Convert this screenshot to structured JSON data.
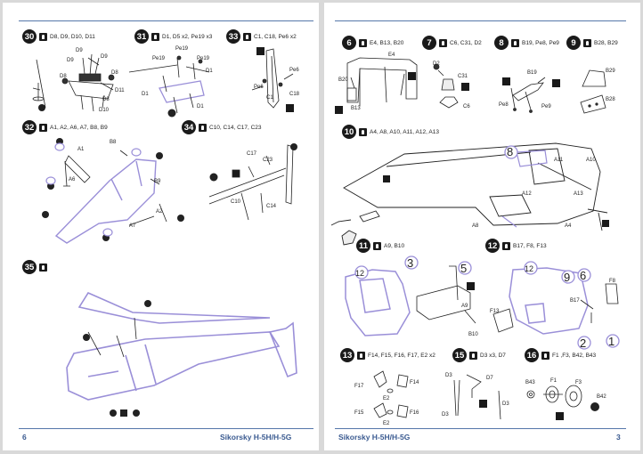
{
  "left_page": {
    "page_number": "6",
    "model_title": "Sikorsky H-5H/H-5G",
    "steps": [
      {
        "number": "30",
        "parts": "D8, D9, D10, D11"
      },
      {
        "number": "31",
        "parts": "D1, D5 x2, Pe19 x3"
      },
      {
        "number": "33",
        "parts": "C1, C18, Pe6 x2"
      },
      {
        "number": "32",
        "parts": "A1, A2, A6, A7, B8, B9"
      },
      {
        "number": "34",
        "parts": "C10, C14, C17, C23"
      },
      {
        "number": "35",
        "parts": ""
      }
    ],
    "callouts": {
      "s30": [
        "D9",
        "D9",
        "D9",
        "D8",
        "D8",
        "D11",
        "D8",
        "D10"
      ],
      "s31": [
        "Pe19",
        "Pe19",
        "Pe19",
        "D1",
        "D1",
        "D1"
      ],
      "s33": [
        "Pe6",
        "Pe6",
        "C1",
        "C18"
      ],
      "s32": [
        "A1",
        "B8",
        "A6",
        "B9",
        "A2",
        "A7"
      ],
      "s34": [
        "C17",
        "C23",
        "C10",
        "C14"
      ]
    }
  },
  "right_page": {
    "page_number": "3",
    "model_title": "Sikorsky H-5H/H-5G",
    "steps": [
      {
        "number": "6",
        "parts": "E4, B13, B20"
      },
      {
        "number": "7",
        "parts": "C6, C31, D2"
      },
      {
        "number": "8",
        "parts": "B19, Pe8, Pe9"
      },
      {
        "number": "9",
        "parts": "B28, B29"
      },
      {
        "number": "10",
        "parts": "A4, A8, A10, A11, A12, A13"
      },
      {
        "number": "11",
        "parts": "A9, B10"
      },
      {
        "number": "12",
        "parts": "B17, F8, F13"
      },
      {
        "number": "13",
        "parts": "F14, F15, F16, F17, E2 x2"
      },
      {
        "number": "15",
        "parts": "D3 x3, D7"
      },
      {
        "number": "16",
        "parts": "F1 ,F3, B42, B43"
      }
    ],
    "callouts": {
      "s6": [
        "E4",
        "B20",
        "B13"
      ],
      "s7": [
        "D2",
        "C31",
        "C6"
      ],
      "s8": [
        "B19",
        "Pe8",
        "Pe9"
      ],
      "s9": [
        "B29",
        "B28"
      ],
      "s10": [
        "A11",
        "A10",
        "A12",
        "A13",
        "A8",
        "A4"
      ],
      "s11": [
        "A9",
        "B10"
      ],
      "s12": [
        "F8",
        "B17",
        "F13"
      ],
      "s13": [
        "F17",
        "F14",
        "E2",
        "F15",
        "F16",
        "E2"
      ],
      "s15": [
        "D3",
        "D7",
        "D3",
        "D3"
      ],
      "s16": [
        "B43",
        "F1",
        "F3",
        "B42"
      ],
      "step_refs": [
        "8",
        "3",
        "5",
        "12",
        "9",
        "6",
        "2",
        "1"
      ]
    }
  },
  "colors": {
    "line": "#5577aa",
    "accent_violet": "#9a8fd8",
    "ink": "#1a1a1a"
  }
}
